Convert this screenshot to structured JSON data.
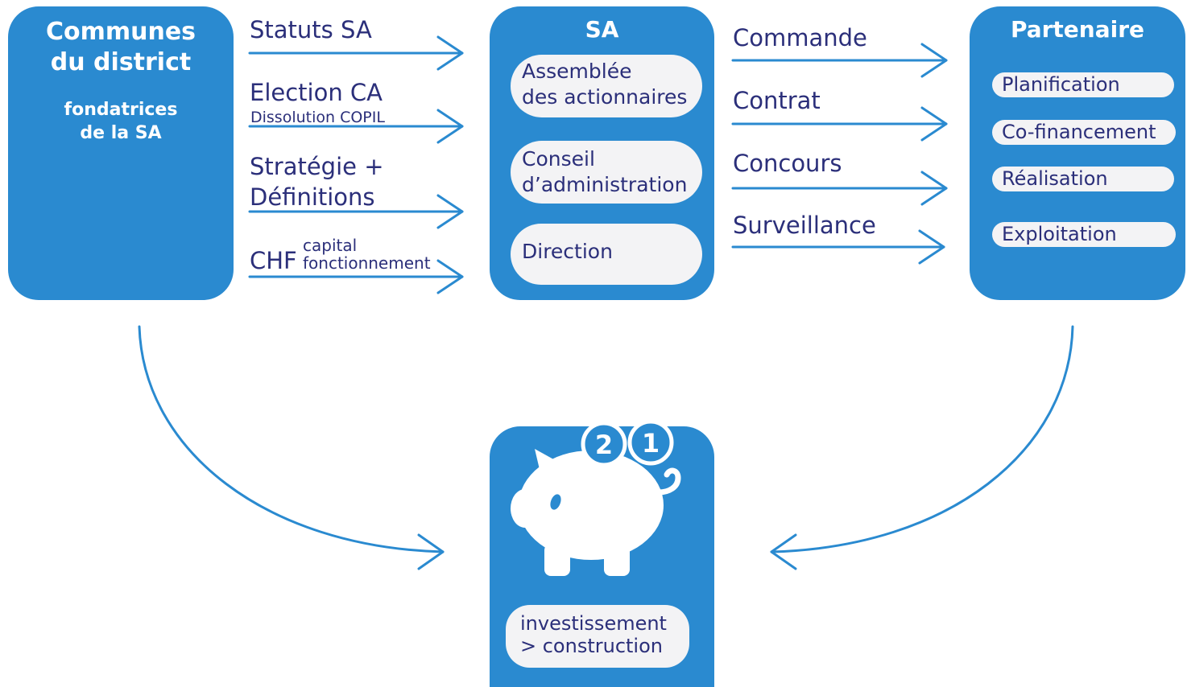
{
  "colors": {
    "accent": "#2a8ad0",
    "text": "#2b2f7a",
    "pill": "#f3f3f5"
  },
  "communes": {
    "title_line1": "Communes",
    "title_line2": "du district",
    "subtitle_line1": "fondatrices",
    "subtitle_line2": "de la SA"
  },
  "left_flows": [
    {
      "label": "Statuts SA"
    },
    {
      "label": "Election CA",
      "sub": "Dissolution COPIL"
    },
    {
      "label_line1": "Stratégie +",
      "label_line2": "Définitions"
    },
    {
      "label": "CHF",
      "sup": "capital",
      "sub": "fonctionnement"
    }
  ],
  "sa": {
    "title": "SA",
    "items": [
      {
        "line1": "Assemblée",
        "line2": "des actionnaires"
      },
      {
        "line1": "Conseil",
        "line2": "d’administration"
      },
      {
        "line1": "Direction"
      }
    ]
  },
  "right_flows": [
    "Commande",
    "Contrat",
    "Concours",
    "Surveillance"
  ],
  "partenaire": {
    "title": "Partenaire",
    "items": [
      "Planification",
      "Co-financement",
      "Réalisation",
      "Exploitation"
    ]
  },
  "savings": {
    "icon": "piggy-bank-icon",
    "coins": [
      "2",
      "1"
    ],
    "line1": "investissement",
    "line2": "> construction"
  }
}
